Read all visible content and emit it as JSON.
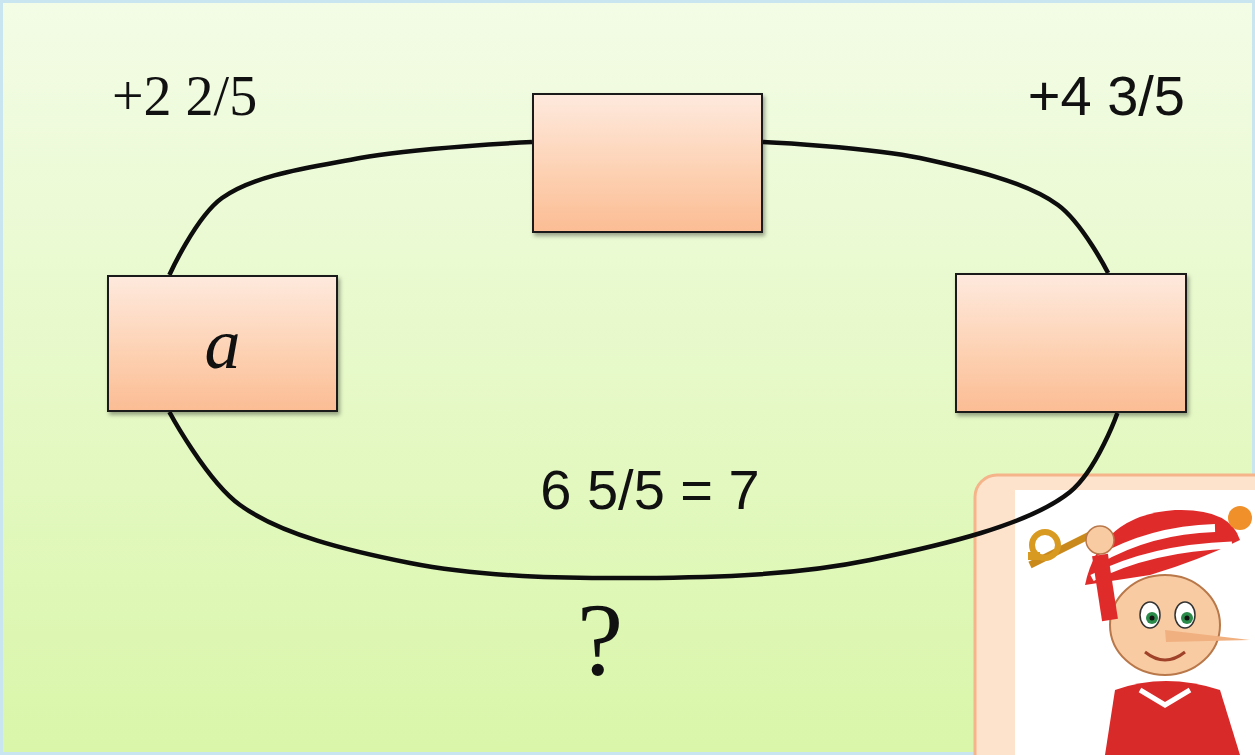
{
  "diagram": {
    "nodes": [
      {
        "text": [
          "a"
        ]
      },
      {
        "text": []
      },
      {
        "text": []
      }
    ],
    "edges": [
      {
        "from": 0,
        "to": 1,
        "arrow": "none",
        "label": "+2 2/5"
      },
      {
        "from": 1,
        "to": 2,
        "arrow": "none",
        "label": "+4 3/5"
      },
      {
        "from": 2,
        "to": 0,
        "arrow": "none",
        "label": "6 5/5 = 7"
      }
    ],
    "labels": [
      "?"
    ]
  }
}
